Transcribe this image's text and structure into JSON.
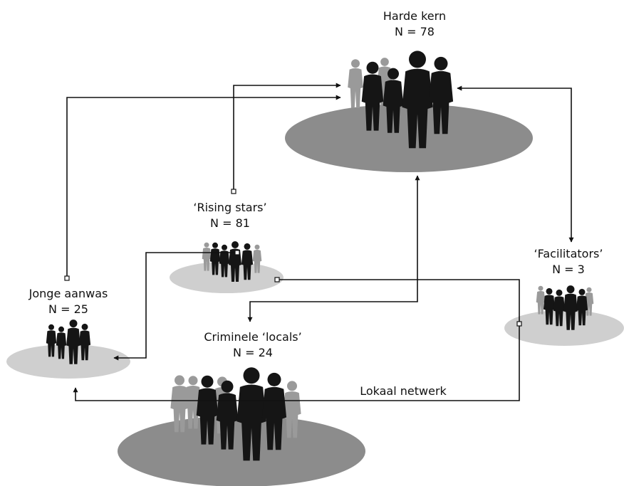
{
  "groups": {
    "harde_kern": {
      "name": "Harde kern",
      "count": "N = 78"
    },
    "rising_stars": {
      "name": "‘Rising stars’",
      "count": "N = 81"
    },
    "facilitators": {
      "name": "‘Facilitators’",
      "count": "N = 3"
    },
    "jonge_aanwas": {
      "name": "Jonge aanwas",
      "count": "N = 25"
    },
    "criminele_locals": {
      "name": "Criminele ‘locals’",
      "count": "N = 24"
    }
  },
  "edge_labels": {
    "lokaal_netwerk": "Lokaal netwerk"
  },
  "colors": {
    "ellipse_dark": "#8c8c8c",
    "ellipse_light": "#cfcfcf",
    "silhouette_dark": "#151515",
    "silhouette_light": "#9a9a9a",
    "line": "#111111"
  }
}
